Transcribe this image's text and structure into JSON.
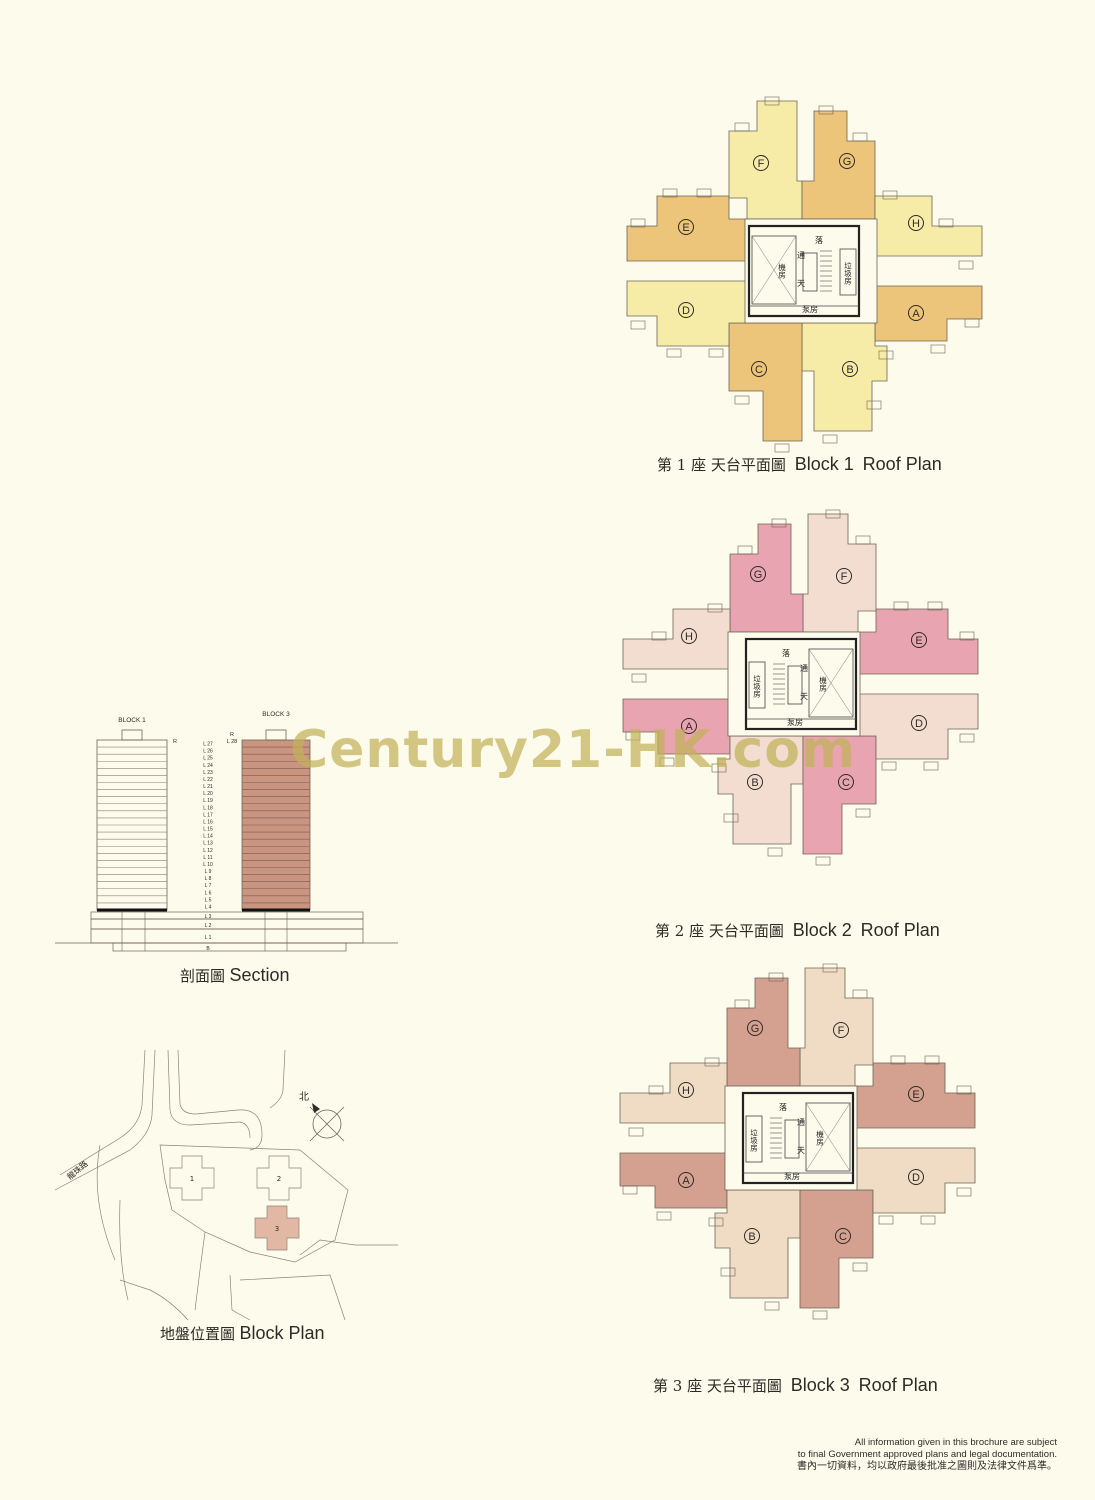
{
  "roof_plans": [
    {
      "caption_zh": "第 1 座 天台平面圖",
      "caption_en_block": "Block 1",
      "caption_en_plan": "Roof Plan",
      "units": [
        "A",
        "B",
        "C",
        "D",
        "E",
        "F",
        "G",
        "H"
      ],
      "core_labels": [
        "機房",
        "落",
        "通",
        "天",
        "泵房",
        "垃圾房"
      ]
    },
    {
      "caption_zh": "第 2 座 天台平面圖",
      "caption_en_block": "Block 2",
      "caption_en_plan": "Roof Plan",
      "units": [
        "A",
        "B",
        "C",
        "D",
        "E",
        "F",
        "G",
        "H"
      ],
      "core_labels": [
        "機房",
        "落",
        "通",
        "天",
        "泵房",
        "垃圾房"
      ]
    },
    {
      "caption_zh": "第 3 座 天台平面圖",
      "caption_en_block": "Block 3",
      "caption_en_plan": "Roof Plan",
      "units": [
        "A",
        "B",
        "C",
        "D",
        "E",
        "F",
        "G",
        "H"
      ],
      "core_labels": [
        "機房",
        "落",
        "通",
        "天",
        "泵房",
        "垃圾房"
      ]
    }
  ],
  "section": {
    "caption_zh": "剖面圖",
    "caption_en": "Section",
    "block1_label": "BLOCK 1",
    "block3_label": "BLOCK 3",
    "roof_tag": "R",
    "roof_level": "L 28",
    "floors": [
      "L 27",
      "L 26",
      "L 25",
      "L 24",
      "L 23",
      "L 22",
      "L 21",
      "L 20",
      "L 19",
      "L 18",
      "L 17",
      "L 16",
      "L 15",
      "L 14",
      "L 13",
      "L 12",
      "L 11",
      "L 10",
      "L 9",
      "L 8",
      "L 7",
      "L 6",
      "L 5",
      "L 4"
    ],
    "podium": [
      "L 3",
      "L 2",
      "L 1",
      "B"
    ]
  },
  "block_plan": {
    "caption_zh": "地盤位置圖",
    "caption_en": "Block Plan",
    "north": "北",
    "road": "龍珠路",
    "blocks": [
      "1",
      "2",
      "3"
    ]
  },
  "watermark": "Century21-HK.com",
  "disclaimer": {
    "line1": "All information given in this brochure are subject",
    "line2": "to final Government approved plans and legal documentation.",
    "line3": "書內一切資料，均以政府最後批准之圖則及法律文件爲準。"
  },
  "colors": {
    "block1": {
      "A": "#ecc47a",
      "B": "#f6eca8",
      "C": "#ecc47a",
      "D": "#f6eca8",
      "E": "#ecc47a",
      "F": "#f6eca8",
      "G": "#ecc47a",
      "H": "#f6eca8"
    },
    "block2": {
      "A": "#e8a4b0",
      "B": "#f2ddd0",
      "C": "#e8a4b0",
      "D": "#f2ddd0",
      "E": "#e8a4b0",
      "F": "#f2ddd0",
      "G": "#e8a4b0",
      "H": "#f2ddd0"
    },
    "block3": {
      "A": "#d4a090",
      "B": "#f0dcc4",
      "C": "#d4a090",
      "D": "#f0dcc4",
      "E": "#d4a090",
      "F": "#f0dcc4",
      "G": "#d4a090",
      "H": "#f0dcc4"
    },
    "section_block3": "#c99580"
  }
}
